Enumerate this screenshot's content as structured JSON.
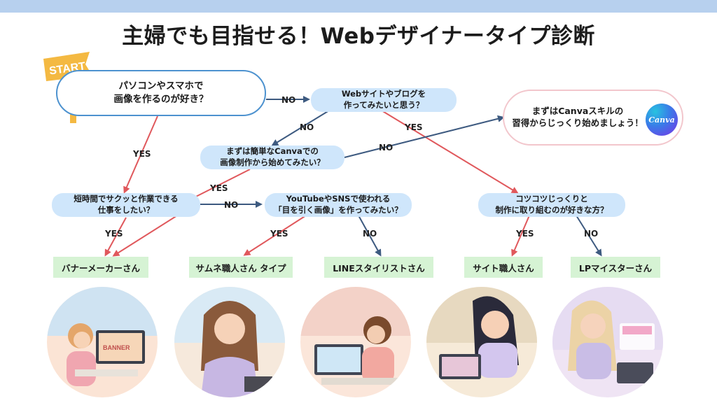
{
  "title": "主婦でも目指せる！Webデザイナータイプ診断",
  "start_label": "START",
  "nodes": {
    "start": "パソコンやスマホで\n画像を作るのが好き？",
    "web_site": "Webサイトやブログを\n作ってみたいと思う？",
    "canva_learn": "まずはCanvaスキルの\n習得からじっくり始めましょう！",
    "canva_simple": "まずは簡単なCanvaでの\n画像制作から始めてみたい？",
    "short_time": "短時間でサクッと作業できる\n仕事をしたい？",
    "youtube": "YouTubeやSNSで使われる\n「目を引く画像」を作ってみたい？",
    "kotsukotsu": "コツコツじっくりと\n制作に取り組むのが好きな方？"
  },
  "results": {
    "banner": "バナーメーカーさん",
    "thumbnail": "サムネ職人さん タイプ",
    "line_stylist": "LINEスタイリストさん",
    "site": "サイト職人さん",
    "lp": "LPマイスターさん"
  },
  "edge_labels": {
    "start_no": "NO",
    "start_yes": "YES",
    "web_no": "NO",
    "web_yes": "YES",
    "canva_no": "NO",
    "canva_yes": "YES",
    "short_no": "NO",
    "short_yes": "YES",
    "yt_yes": "YES",
    "yt_no": "NO",
    "koko_yes": "YES",
    "koko_no": "NO"
  },
  "canva_logo_text": "Canva",
  "banner_screen_text": "BANNER",
  "colors": {
    "topbar": "#b7d0ee",
    "node_fill": "#cfe6fb",
    "start_border": "#4d92cf",
    "result_fill": "#d6f3d4",
    "yes_arrow": "#e0585c",
    "no_arrow": "#3d5a80",
    "flag": "#f4b942"
  }
}
